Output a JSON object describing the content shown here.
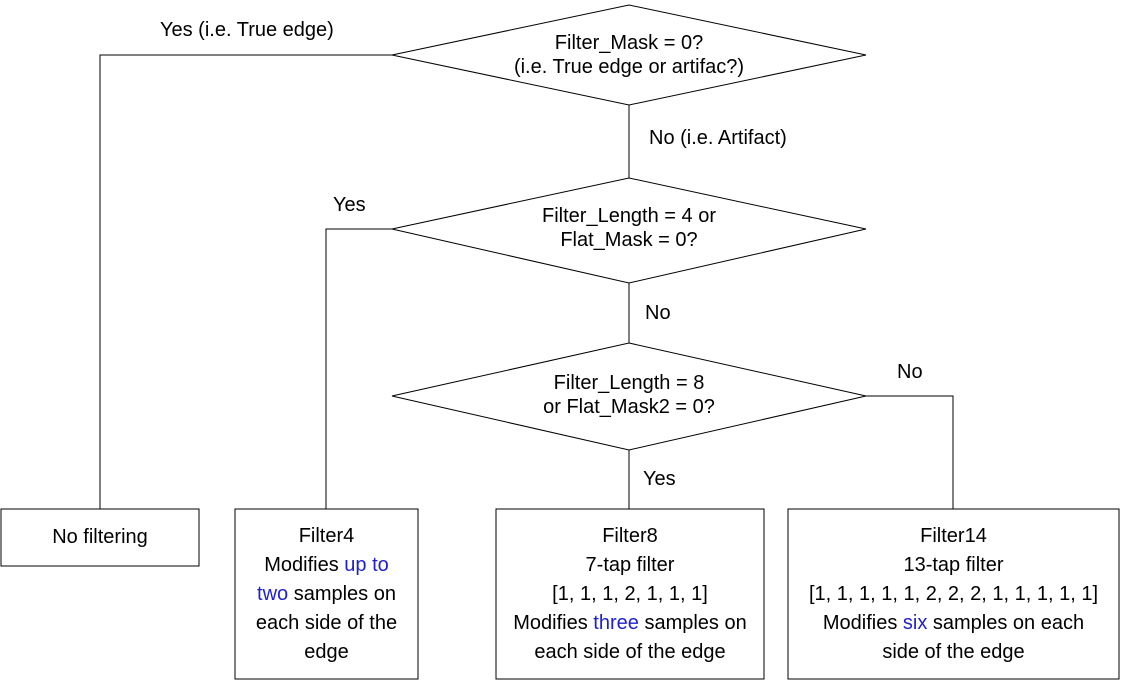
{
  "decisions": {
    "d1": {
      "line1": "Filter_Mask = 0?",
      "line2": "(i.e. True edge or artifac?)"
    },
    "d2": {
      "line1": "Filter_Length = 4 or",
      "line2": "Flat_Mask = 0?"
    },
    "d3": {
      "line1": "Filter_Length = 8",
      "line2": "or Flat_Mask2 = 0?"
    }
  },
  "edges": {
    "d1_yes": "Yes (i.e. True edge)",
    "d1_no": "No (i.e. Artifact)",
    "d2_yes": "Yes",
    "d2_no": "No",
    "d3_no": "No",
    "d3_yes": "Yes"
  },
  "boxes": {
    "no_filter": {
      "line1": "No filtering"
    },
    "filter4": {
      "title": "Filter4",
      "l2_pre": "Modifies ",
      "l2_hl": "up to",
      "l3_hl": "two",
      "l3_post": " samples on",
      "l4": "each side of the",
      "l5": "edge"
    },
    "filter8": {
      "title": "Filter8",
      "l2": "7-tap filter",
      "l3": "[1, 1, 1, 2, 1, 1, 1]",
      "l4_pre": "Modifies ",
      "l4_hl": "three",
      "l4_post": " samples on",
      "l5": "each side of the edge"
    },
    "filter14": {
      "title": "Filter14",
      "l2": "13-tap filter",
      "l3": "[1, 1, 1, 1, 1, 2, 2, 2, 1, 1, 1, 1, 1]",
      "l4_pre": "Modifies ",
      "l4_hl": "six",
      "l4_post": " samples on each",
      "l5": "side of the edge"
    }
  },
  "colors": {
    "highlight": "#1f1fd0",
    "stroke": "#000000"
  }
}
